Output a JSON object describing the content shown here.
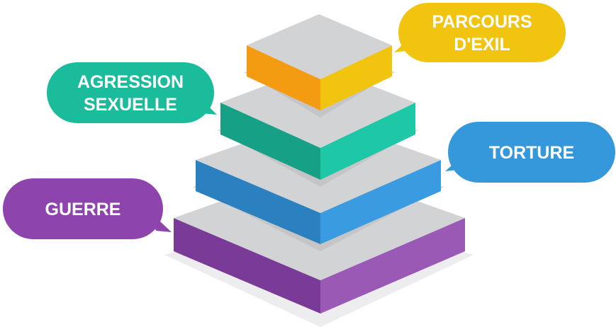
{
  "levels": [
    {
      "id": "guerre",
      "lines": [
        "GUERRE"
      ],
      "color": "#8e44ad",
      "color_dark": "#7a3a98",
      "color_light": "#9b59b6"
    },
    {
      "id": "torture",
      "lines": [
        "TORTURE"
      ],
      "color": "#3498db",
      "color_dark": "#2b80bf",
      "color_light": "#3a9be0"
    },
    {
      "id": "agression",
      "lines": [
        "AGRESSION",
        "SEXUELLE"
      ],
      "color": "#1abc9c",
      "color_dark": "#16a085",
      "color_light": "#1ec7a6"
    },
    {
      "id": "parcours",
      "lines": [
        "PARCOURS",
        "D'EXIL"
      ],
      "color": "#f1c40f",
      "color_dark": "#f39c12",
      "color_light": "#f1c40f"
    }
  ],
  "top_face_color": "#d2d3d5",
  "shadow_color": "#e8e9eb"
}
